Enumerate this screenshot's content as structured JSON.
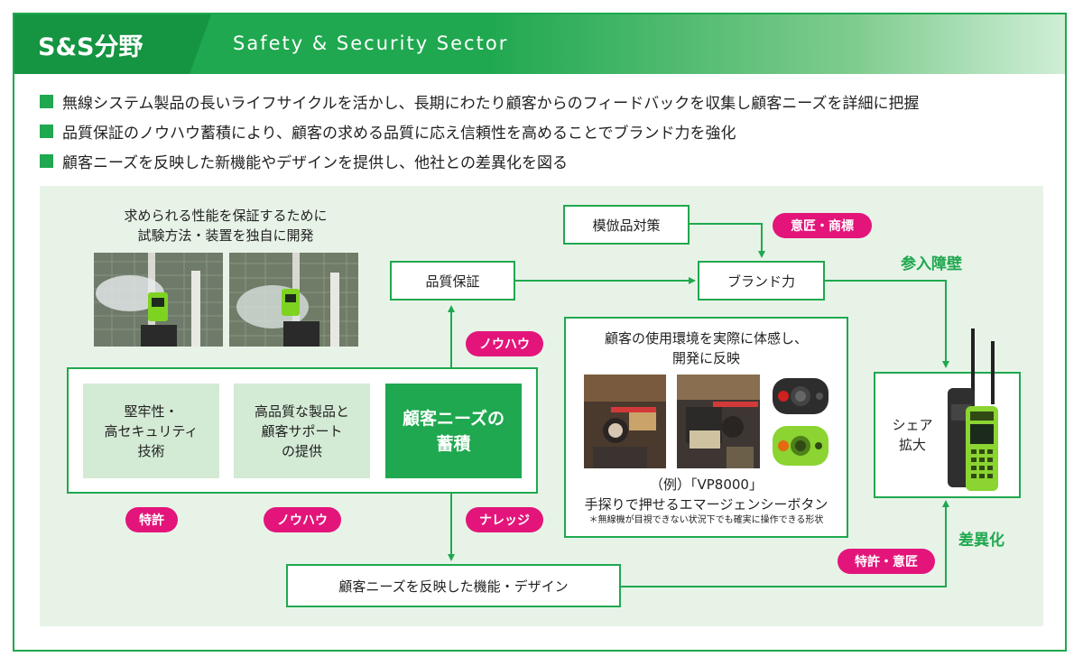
{
  "header": {
    "title": "S&S分野",
    "subtitle": "Safety & Security Sector"
  },
  "bullets": [
    "無線システム製品の長いライフサイクルを活かし、長期にわたり顧客からのフィードバックを収集し顧客ニーズを詳細に把握",
    "品質保証のノウハウ蓄積により、顧客の求める品質に応え信頼性を高めることでブランド力を強化",
    "顧客ニーズを反映した新機能やデザインを提供し、他社との差異化を図る"
  ],
  "diagram": {
    "test_caption": "求められる性能を保証するために\n試験方法・装置を独自に開発",
    "counterfeit": "模倣品対策",
    "quality": "品質保証",
    "brand": "ブランド力",
    "design_tag": "意匠・商標",
    "entry_barrier": "参入障壁",
    "knowhow_tag_top": "ノウハウ",
    "env_caption": "顧客の使用環境を実際に体感し、\n開発に反映",
    "example_caption": "（例）「VP8000」\n手探りで押せるエマージェンシーボタン",
    "example_note": "＊無線機が目視できない状況下でも確実に操作できる形状",
    "robust": "堅牢性・\n高セキュリティ\n技術",
    "hq_products": "高品質な製品と\n顧客サポート\nの提供",
    "accumulation": "顧客ニーズの\n蓄積",
    "patent_tag": "特許",
    "knowhow_tag_bottom": "ノウハウ",
    "knowledge_tag": "ナレッジ",
    "reflect": "顧客ニーズを反映した機能・デザイン",
    "patent_design_tag": "特許・意匠",
    "differentiation": "差異化",
    "share": "シェア\n拡大"
  },
  "colors": {
    "brand_green": "#1fa84f",
    "light_green": "#d3ead4",
    "panel_bg": "#e8f3e8",
    "pink": "#e3157a"
  }
}
